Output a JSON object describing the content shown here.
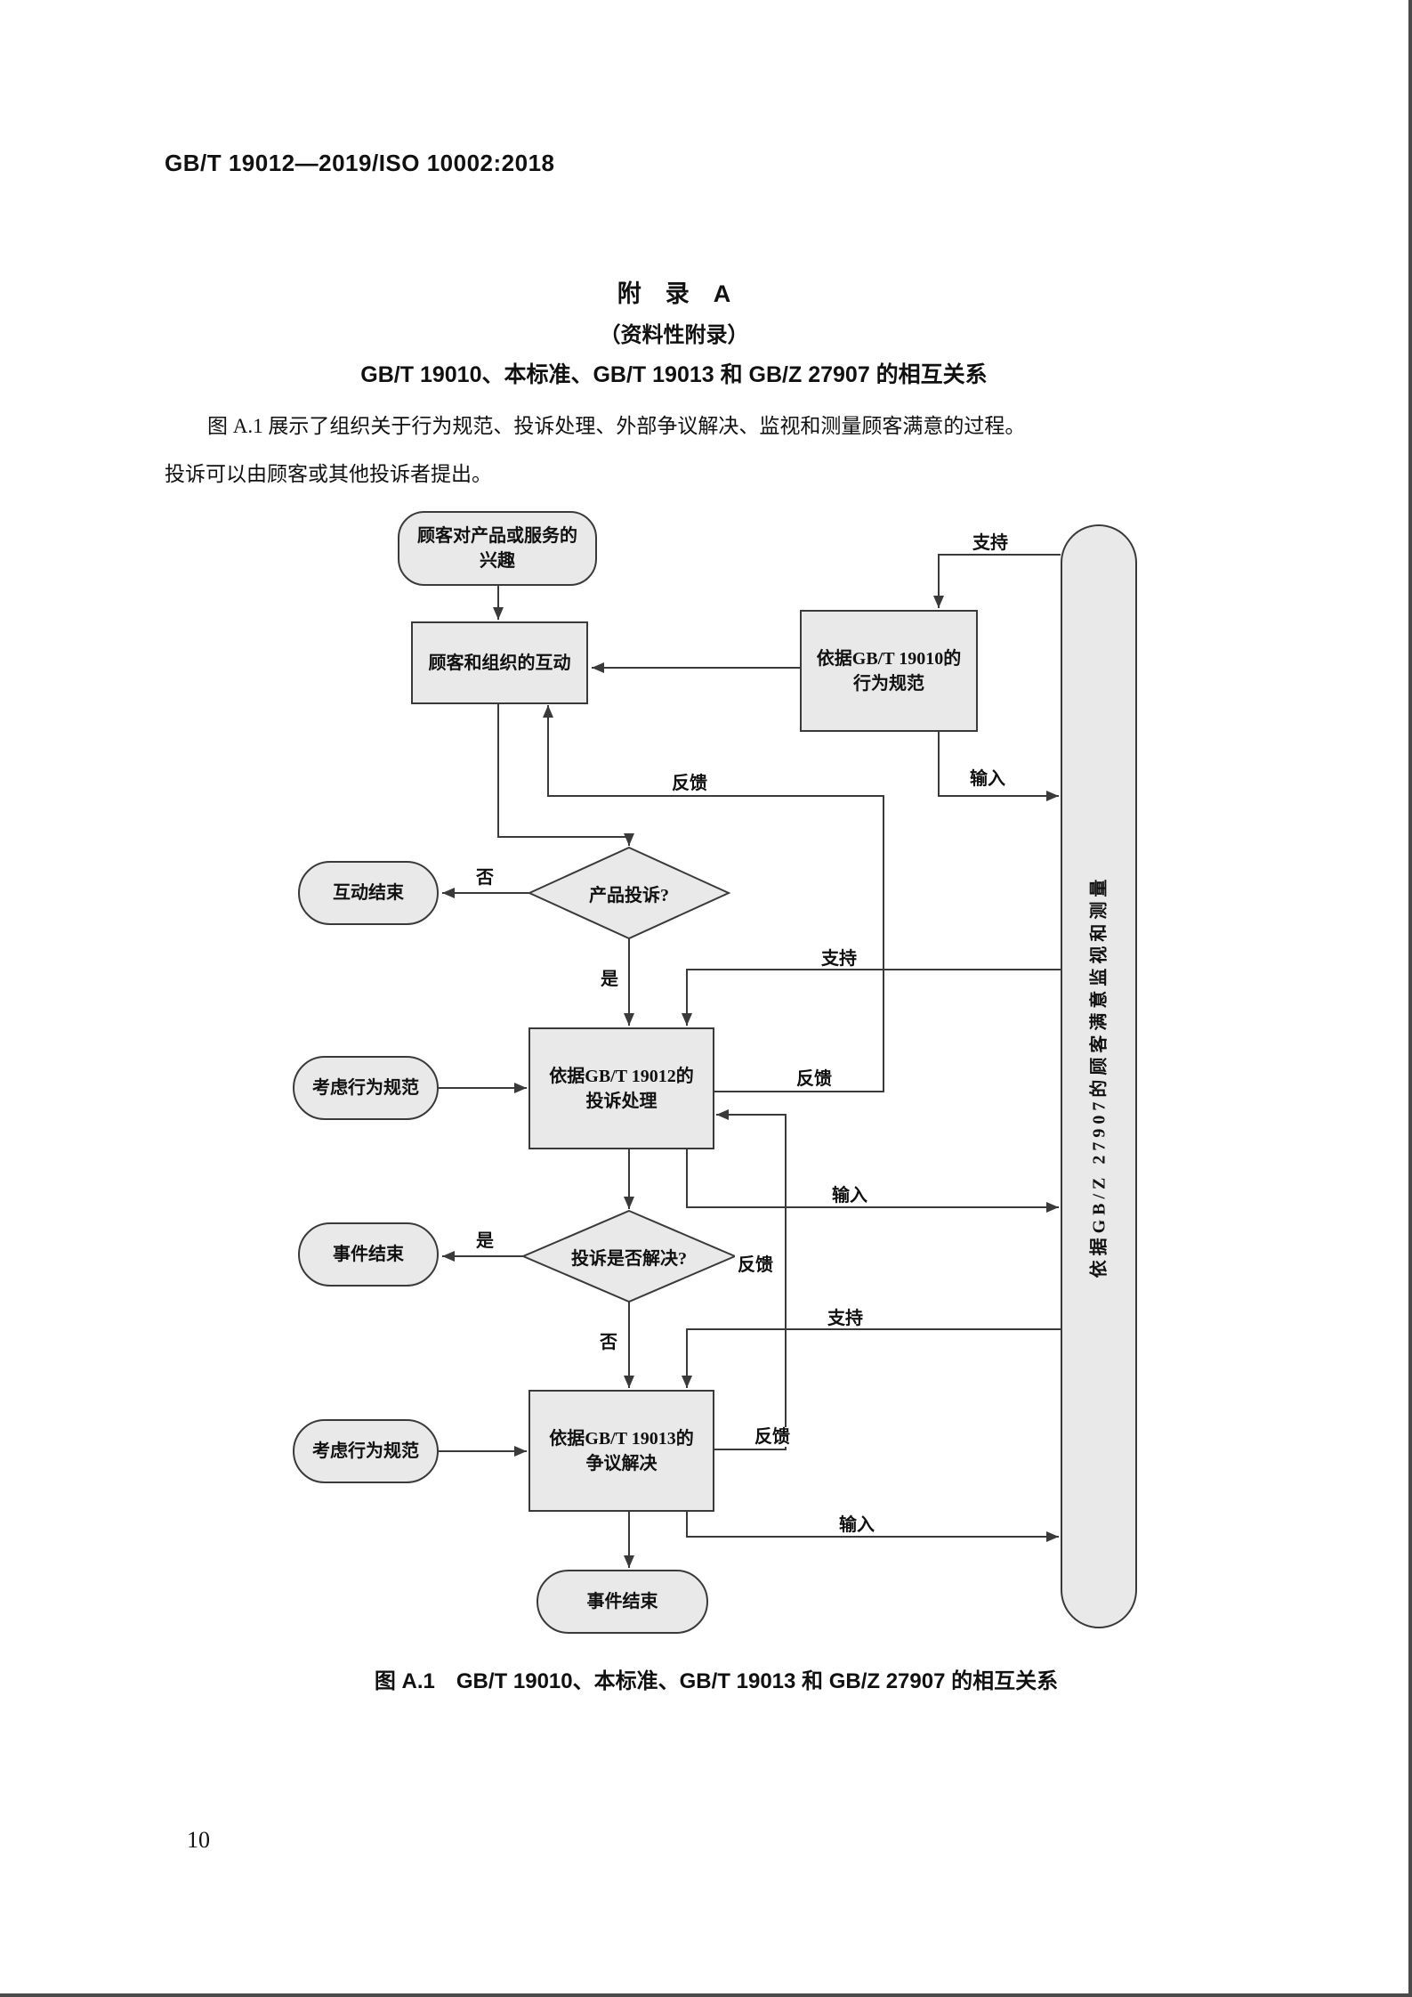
{
  "page": {
    "header": "GB/T 19012—2019/ISO 10002:2018",
    "appendix": {
      "title": "附　录　A",
      "subtitle": "（资料性附录）",
      "heading": "GB/T 19010、本标准、GB/T 19013 和 GB/Z 27907 的相互关系"
    },
    "intro": {
      "line1": "图 A.1 展示了组织关于行为规范、投诉处理、外部争议解决、监视和测量顾客满意的过程。",
      "line2": "投诉可以由顾客或其他投诉者提出。"
    },
    "caption": "图 A.1　GB/T 19010、本标准、GB/T 19013 和 GB/Z 27907 的相互关系",
    "page_number": "10"
  },
  "flowchart": {
    "nodes": {
      "interest": {
        "line1": "顾客对产品或服务的",
        "line2": "兴趣"
      },
      "interaction": {
        "label": "顾客和组织的互动"
      },
      "conduct": {
        "line1": "依据GB/T 19010的",
        "line2": "行为规范"
      },
      "monitor": {
        "label": "依据GB/Z 27907的顾客满意监视和测量"
      },
      "complaint_q": {
        "label": "产品投诉?"
      },
      "end_interaction": {
        "label": "互动结束"
      },
      "consider1": {
        "label": "考虑行为规范"
      },
      "complaints": {
        "line1": "依据GB/T 19012的",
        "line2": "投诉处理"
      },
      "resolved_q": {
        "label": "投诉是否解决?"
      },
      "end_incident1": {
        "label": "事件结束"
      },
      "consider2": {
        "label": "考虑行为规范"
      },
      "dispute": {
        "line1": "依据GB/T 19013的",
        "line2": "争议解决"
      },
      "end_incident2": {
        "label": "事件结束"
      }
    },
    "edge_labels": {
      "support": "支持",
      "feedback": "反馈",
      "input": "输入",
      "yes": "是",
      "no": "否"
    }
  }
}
